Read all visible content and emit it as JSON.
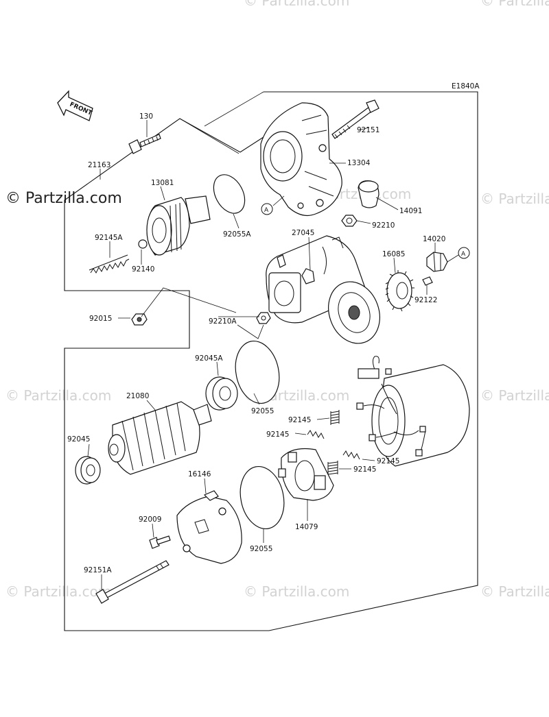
{
  "diagram_code": "E1840A",
  "front_label": "FRONT",
  "callout_label": "A",
  "watermark_main": "© Partzilla.com",
  "watermark_faint": "© Partzilla.com",
  "parts": {
    "p130": "130",
    "p21163": "21163",
    "p13081": "13081",
    "p92055A": "92055A",
    "p92145A": "92145A",
    "p92140": "92140",
    "p92015": "92015",
    "p92210A": "92210A",
    "p92151": "92151",
    "p13304": "13304",
    "p14091": "14091",
    "p92210": "92210",
    "p27045": "27045",
    "p14020": "14020",
    "p16085": "16085",
    "p92122": "92122",
    "p92045A": "92045A",
    "p21080": "21080",
    "p92055": "92055",
    "p92045": "92045",
    "p92145": "92145",
    "p14079": "14079",
    "p16146": "16146",
    "p92009": "92009",
    "p92151A": "92151A"
  }
}
